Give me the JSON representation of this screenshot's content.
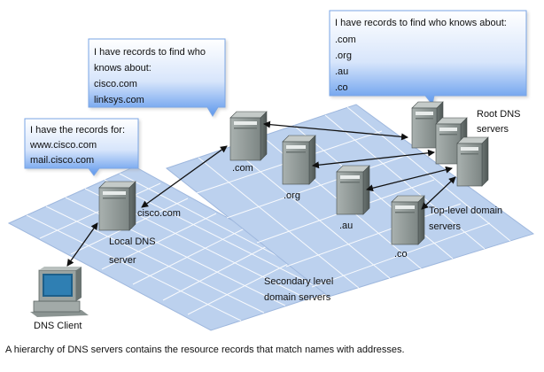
{
  "bubbles": {
    "root": {
      "lines": [
        "I have records to find who knows about:",
        ".com",
        ".org",
        ".au",
        ".co"
      ]
    },
    "com": {
      "lines": [
        "I have records to find who",
        "knows about:",
        "cisco.com",
        "linksys.com"
      ]
    },
    "local": {
      "lines": [
        "I have the records for:",
        "www.cisco.com",
        "mail.cisco.com"
      ]
    }
  },
  "labels": {
    "root_dns": [
      "Root DNS",
      "servers"
    ],
    "com": ".com",
    "org": ".org",
    "au": ".au",
    "co": ".co",
    "top_level": [
      "Top-level domain",
      "servers"
    ],
    "cisco": "cisco.com",
    "local_dns": [
      "Local DNS",
      "server"
    ],
    "secondary": [
      "Secondary level",
      "domain  servers"
    ],
    "client": "DNS Client"
  },
  "caption": "A hierarchy of DNS servers contains the resource records that match names with addresses.",
  "icons": {
    "server": "server-tower-icon",
    "client": "desktop-computer-icon",
    "arrow": "double-arrow-icon"
  },
  "colors": {
    "plane_fill": "#bcd1ee",
    "grid_line": "#ffffff",
    "bubble_top": "#ffffff",
    "bubble_bottom": "#6fa3ee",
    "server_body": "#9aa3a1",
    "server_dark": "#5f6866"
  }
}
